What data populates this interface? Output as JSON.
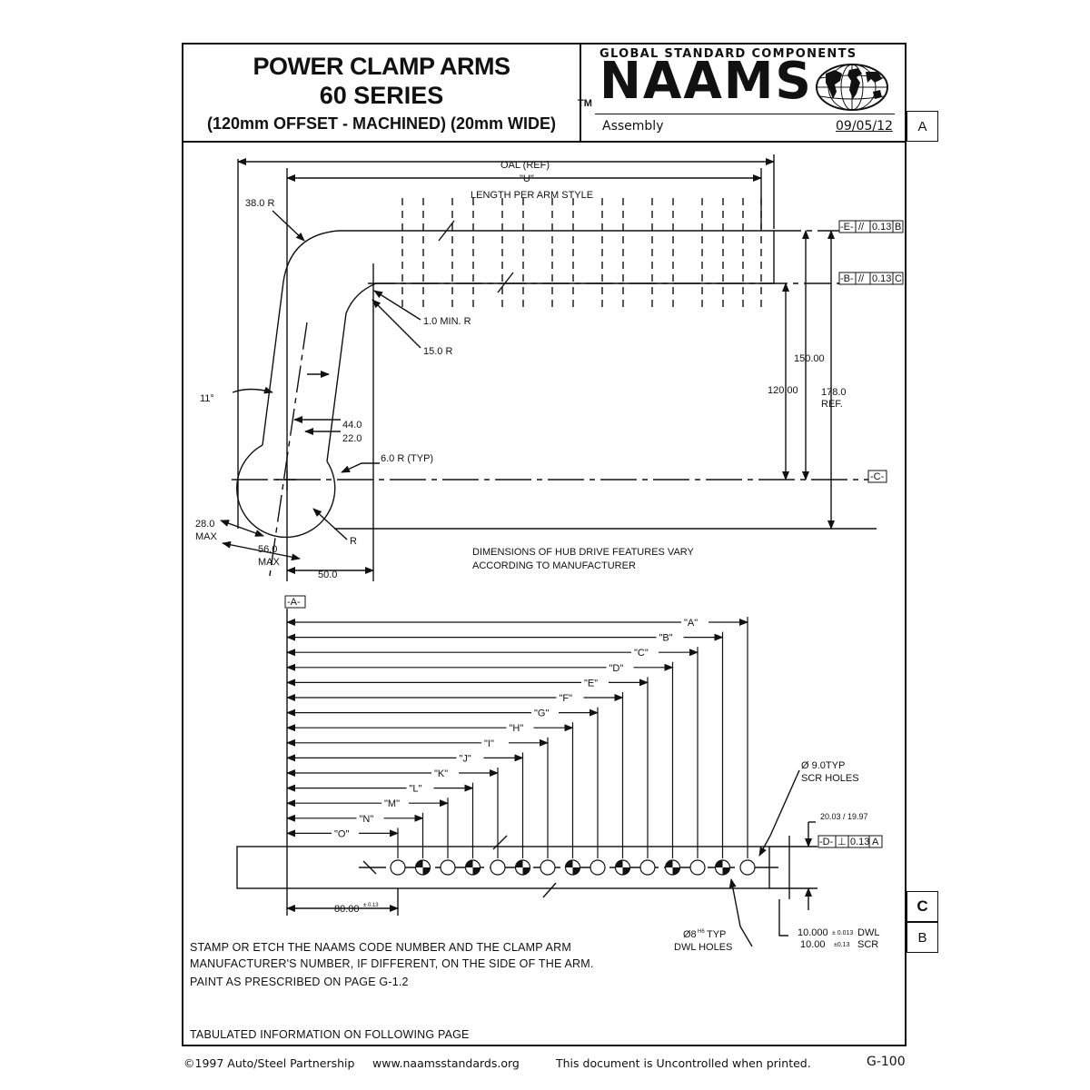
{
  "header": {
    "title_line1": "POWER CLAMP ARMS",
    "title_line2": "60 SERIES",
    "title_line3": "(120mm OFFSET - MACHINED) (20mm WIDE)",
    "brand_tagline": "GLOBAL STANDARD COMPONENTS",
    "trademark": "TM",
    "brand": "NAAMS",
    "view_label": "Assembly",
    "date": "09/05/12"
  },
  "tabs": {
    "a": "A",
    "c": "C",
    "b": "B"
  },
  "side_view": {
    "oal": "OAL (REF)",
    "u": "\"U\"",
    "length_note": "LENGTH PER ARM STYLE",
    "r38": "38.0 R",
    "r1": "1.0 MIN. R",
    "r15": "15.0 R",
    "angle": "11°",
    "d44": "44.0",
    "d22": "22.0",
    "r6": "6.0 R (TYP)",
    "d28": "28.0",
    "max1": "MAX",
    "d56": "56.0",
    "max2": "MAX",
    "d50": "50.0",
    "r": "R",
    "d150": "150.00",
    "d120": "120.00",
    "d178": "178.0",
    "ref": "REF.",
    "datum_e": "-E-",
    "tol_e": "0.13",
    "ref_e": "B",
    "datum_b": "-B-",
    "tol_b": "0.13",
    "ref_b": "C",
    "datum_c": "-C-",
    "hub_note_1": "DIMENSIONS OF HUB DRIVE FEATURES VARY",
    "hub_note_2": "ACCORDING TO MANUFACTURER"
  },
  "plan_view": {
    "datum_a": "-A-",
    "hole_dims": [
      "\"A\"",
      "\"B\"",
      "\"C\"",
      "\"D\"",
      "\"E\"",
      "\"F\"",
      "\"G\"",
      "\"H\"",
      "\"I\"",
      "\"J\"",
      "\"K\"",
      "\"L\"",
      "\"M\"",
      "\"N\"",
      "\"O\""
    ],
    "scr_dia": "Ø 9.0TYP",
    "scr_holes": "SCR HOLES",
    "width_tol": "20.03 / 19.97",
    "datum_d": "-D-",
    "tol_d": "0.13",
    "ref_d": "A",
    "d80": "80.00",
    "d80_tol": "± 0.13",
    "dwl_dia": "Ø8",
    "dwl_fit": "H6",
    "dwl_typ": "TYP",
    "dwl_holes": "DWL HOLES",
    "d10a": "10.000",
    "d10a_tol": "± 0.013",
    "d10a_label": "DWL",
    "d10b": "10.00",
    "d10b_tol": "±0.13",
    "d10b_label": "SCR"
  },
  "notes": {
    "stamp_1": "STAMP OR ETCH THE NAAMS CODE NUMBER AND THE CLAMP ARM",
    "stamp_2": "MANUFACTURER'S NUMBER, IF DIFFERENT, ON THE SIDE OF THE ARM.",
    "paint": "PAINT AS PRESCRIBED ON PAGE G-1.2",
    "tabulated": "TABULATED INFORMATION ON FOLLOWING PAGE"
  },
  "footer": {
    "copyright": "©1997 Auto/Steel Partnership",
    "url": "www.naamsstandards.org",
    "uncontrolled": "This document is Uncontrolled when printed.",
    "page": "G-100"
  }
}
